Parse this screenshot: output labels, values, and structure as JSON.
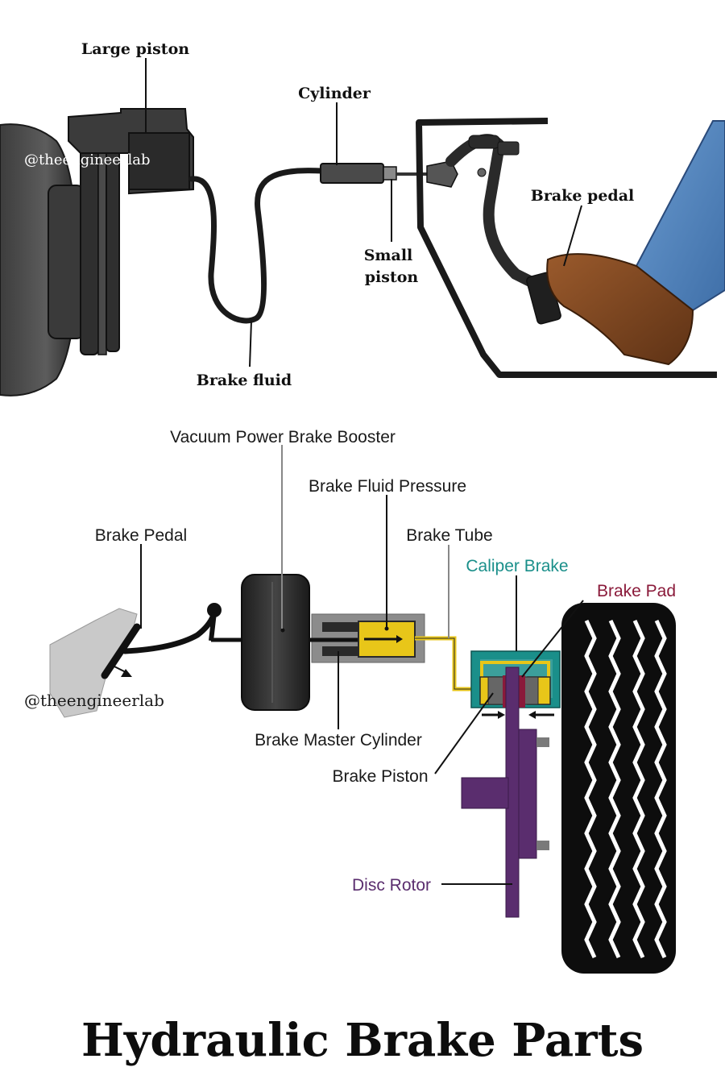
{
  "top_diagram": {
    "labels": {
      "large_piston": "Large piston",
      "cylinder": "Cylinder",
      "brake_pedal": "Brake pedal",
      "small_piston_line1": "Small",
      "small_piston_line2": "piston",
      "brake_fluid": "Brake fluid"
    },
    "watermark": "@theengineerlab"
  },
  "bottom_diagram": {
    "labels": {
      "vacuum_booster": "Vacuum Power Brake Booster",
      "fluid_pressure": "Brake Fluid Pressure",
      "brake_pedal": "Brake Pedal",
      "brake_tube": "Brake Tube",
      "caliper_brake": "Caliper Brake",
      "brake_pad": "Brake Pad",
      "master_cylinder": "Brake Master Cylinder",
      "brake_piston": "Brake Piston",
      "disc_rotor": "Disc Rotor"
    },
    "watermark": "@theengineerlab",
    "colors": {
      "caliper": "#1a8f8a",
      "pad": "#8a1a3a",
      "rotor": "#5a2d6e",
      "fluid": "#e8c619",
      "booster": "#2b2b2b"
    }
  },
  "title": "Hydraulic Brake Parts"
}
